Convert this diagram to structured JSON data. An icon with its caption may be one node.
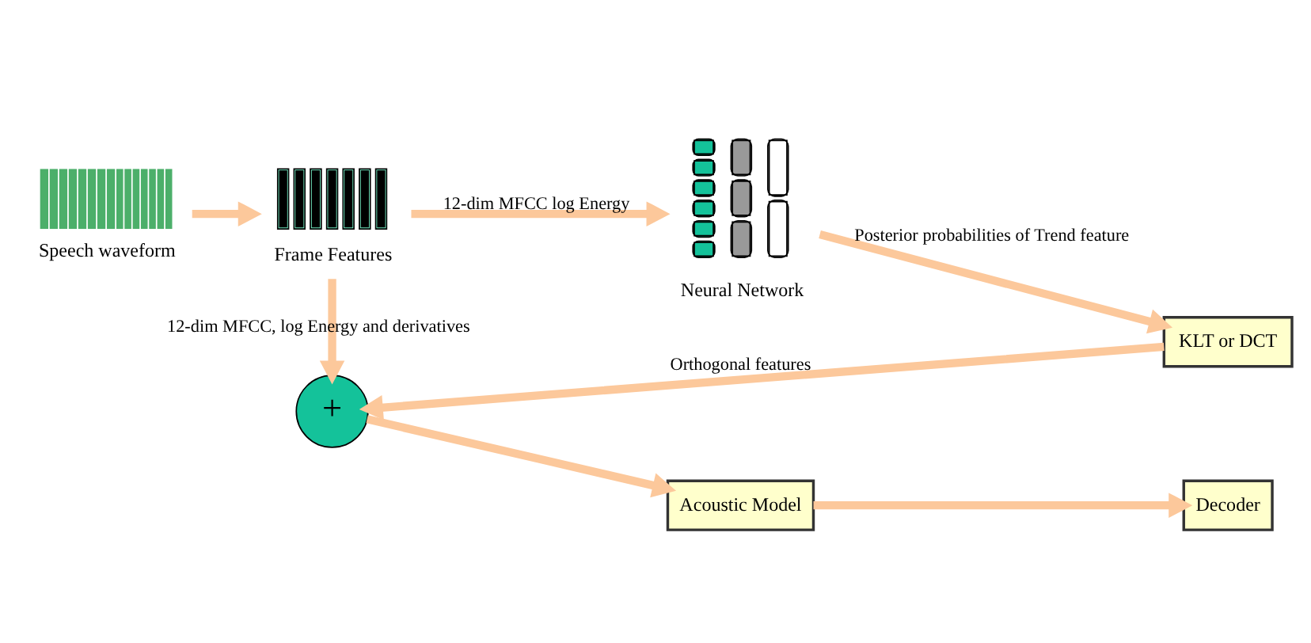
{
  "diagram": {
    "nodes": [
      {
        "text": [],
        "shape": "picture",
        "beside": [
          "Speech waveform"
        ]
      },
      {
        "text": [],
        "shape": "picture",
        "beside": [
          "Frame Features"
        ]
      },
      {
        "text": [],
        "shape": "picture",
        "beside": [
          "Neural Network"
        ]
      },
      {
        "text": [
          "KLT or DCT"
        ]
      },
      {
        "text": [
          "+"
        ]
      },
      {
        "text": [
          "Acoustic Model"
        ]
      },
      {
        "text": [
          "Decoder"
        ]
      }
    ],
    "edges": [
      {
        "from": 0,
        "to": 1,
        "arrow": "to"
      },
      {
        "from": 1,
        "to": 2,
        "arrow": "to",
        "label": "12-dim MFCC log Energy"
      },
      {
        "from": 2,
        "to": 3,
        "arrow": "to",
        "label": "Posterior probabilities of Trend feature"
      },
      {
        "from": 3,
        "to": 4,
        "arrow": "to",
        "label": "Orthogonal features"
      },
      {
        "from": 1,
        "to": 4,
        "arrow": "to",
        "label": "12-dim MFCC, log Energy and derivatives"
      },
      {
        "from": 4,
        "to": 5,
        "arrow": "to"
      },
      {
        "from": 5,
        "to": 6,
        "arrow": "to"
      }
    ]
  }
}
